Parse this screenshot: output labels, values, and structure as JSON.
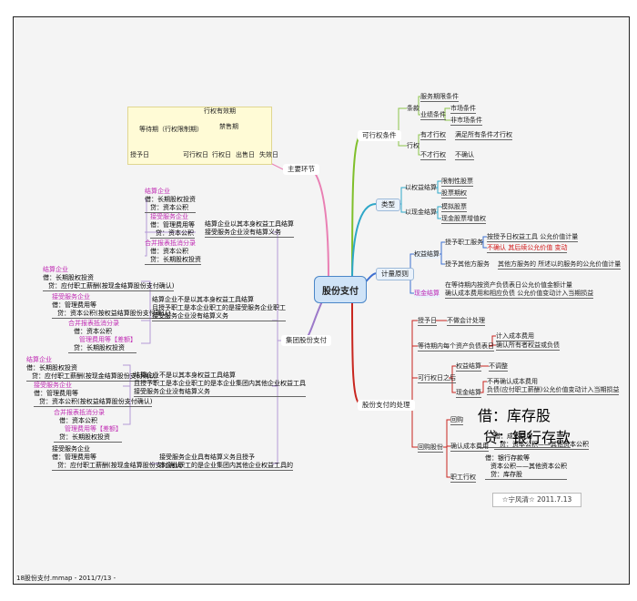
{
  "root": {
    "label": "股份支付"
  },
  "branches": {
    "key_steps": {
      "label": "主要环节"
    },
    "vesting": {
      "label": "可行权条件",
      "terms": {
        "label": "条款"
      },
      "service": "服务期限条件",
      "performance": "业绩条件",
      "market": "市场条件",
      "non_market": "非市场条件",
      "exercise": {
        "label": "行权"
      },
      "vest_yes": "有才行权",
      "vest_yes_desc": "满足所有条件才行权",
      "vest_no": "不才行权",
      "vest_no_desc": "不确认"
    },
    "types": {
      "label": "类型",
      "equity": "以权益结算",
      "equity_items": [
        "限制性股票",
        "股票期权"
      ],
      "cash": "以现金结算",
      "cash_items": [
        "模拟股票",
        "现金股票增值权"
      ]
    },
    "measurement": {
      "label": "计量原则",
      "equity": "权益结算",
      "staff": "授予职工服务",
      "staff_l1": "按授予日权益工具 公允价值计量",
      "staff_l2": "不确认 其后续公允价值 变动",
      "other": "授予其他方服务",
      "other_l1": "其他方服务的 所述以的服务的公允价值计量",
      "cash": "现金结算",
      "cash_l1": "在等待期内按资产负债表日公允价值金额计量",
      "cash_l2": "确认成本费用和相应负债 公允价值变动计入当期损益"
    },
    "processing": {
      "label": "股份支付的处理",
      "grant_day": "授予日",
      "grant_day_note": "不做会计处理",
      "waiting": "等待期内每个资产负债表日",
      "waiting_l1": "计入成本费用",
      "waiting_l2": "确认所有者权益或负债",
      "after_vest": "可行权日之后",
      "equity_settle": "权益结算",
      "equity_settle_note": "不调整",
      "cash_settle": "现金结算",
      "cash_settle_l1": "不再确认成本费用",
      "cash_settle_l2": "负债(应付职工薪酬)公允价值变动计入当期损益",
      "repurchase": "回购股份",
      "repo": "回购",
      "repo_l1": "借：库存股",
      "repo_l2": "贷：银行存款",
      "repo_cost": "确认成本费用",
      "repo_cost_l1": "借：成本费用",
      "repo_cost_l2": "贷：资本公积——其他资本公积",
      "grant_staff": "职工行权",
      "grant_l1": "借：银行存款等",
      "grant_l2": "资本公积——其他资本公积",
      "grant_l3": "贷：库存股"
    },
    "group": {
      "label": "集团股份支付",
      "s1": {
        "title": "结算企业",
        "lines": [
          "借：长期股权投资",
          "贷：资本公积"
        ],
        "recv_title": "接受服务企业",
        "recv_lines": [
          "借：管理费用等",
          "贷：资本公积"
        ],
        "cons_title": "合并报表抵消分录",
        "cons_lines": [
          "借：资本公积",
          "贷：长期股权投资"
        ],
        "desc": [
          "结算企业以其本身权益工具结算",
          "接受服务企业没有结算义务"
        ]
      },
      "s2": {
        "title": "结算企业",
        "lines": [
          "借：长期股权投资",
          "贷：应付职工薪酬(按现金结算股份支付确认)"
        ],
        "recv_title": "接受服务企业",
        "recv_lines": [
          "借：管理费用等",
          "贷：资本公积(按权益结算股份支付确认)"
        ],
        "cons_title": "合并报表抵消分录",
        "cons_lines": [
          "借：资本公积",
          "管理费用等【差额】",
          "贷：长期股权投资"
        ],
        "desc": [
          "结算企业不是以其本身权益工具结算",
          "且授予职工是本企业职工的是接受服务企业职工",
          "接受服务企业没有结算义务"
        ]
      },
      "s3": {
        "title": "结算企业",
        "lines": [
          "借：长期股权投资",
          "贷：应付职工薪酬(按现金结算股份支付确认)"
        ],
        "recv_title": "接受服务企业",
        "recv_lines": [
          "借：管理费用等",
          "贷：资本公积(按权益结算股份支付确认)"
        ],
        "cons_title": "合并报表抵消分录",
        "cons_lines": [
          "借：资本公积",
          "管理费用等【差额】",
          "贷：长期股权投资"
        ],
        "desc": [
          "结算企业不是以其本身权益工具结算",
          "且授予职工是本企业职工的是本企业集团内其他企业权益工具",
          "接受服务企业没有结算义务"
        ]
      },
      "s4": {
        "title": "接受服务企业",
        "lines": [
          "借：管理费用等",
          "贷：应付职工薪酬(按现金结算股份支付确认)"
        ],
        "desc": [
          "接受服务企业具有结算义务且授予",
          "本企业职工的是企业集团内其他企业权益工具的"
        ]
      }
    }
  },
  "timeline": {
    "period_label": "行权有效期",
    "wait_label": "等待期（行权限制期）",
    "ban_label": "禁售期",
    "points": [
      "授予日",
      "可行权日",
      "行权日",
      "出售日",
      "失效日"
    ]
  },
  "signature": "☆宁风清☆ 2011.7.13",
  "footer": "18股份支付.mmap - 2011/7/13 -",
  "colors": {
    "vesting": "#7fbf2a",
    "types": "#2ea7c8",
    "measurement": "#3d6fd1",
    "processing": "#c8251e",
    "group": "#9c79c9",
    "key_steps": "#e97fb3",
    "root_fill": "#cfe3f7"
  }
}
